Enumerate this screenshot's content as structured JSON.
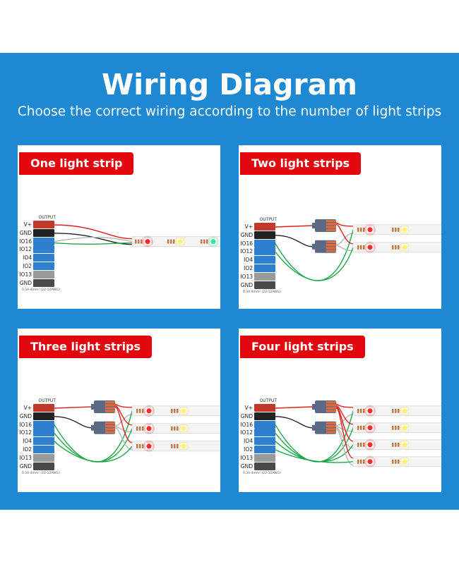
{
  "header": {
    "title": "Wiring Diagram",
    "subtitle": "Choose the correct wiring according to the number of light strips"
  },
  "controller": {
    "output_label": "OUTPUT",
    "pins": [
      "V+",
      "GND",
      "IO16",
      "IO12",
      "IO4",
      "IO2",
      "IO13",
      "GND"
    ],
    "wire_spec": "0.34-4mm² (22-12AWG)"
  },
  "panels": [
    {
      "label": "One light strip",
      "strips": 1
    },
    {
      "label": "Two light strips",
      "strips": 2
    },
    {
      "label": "Three light strips",
      "strips": 3
    },
    {
      "label": "Four light strips",
      "strips": 4
    }
  ],
  "colors": {
    "banner": "#1e88d2",
    "tag": "#e4060f",
    "wire_red": "#e0201c",
    "wire_black": "#222222",
    "wire_green": "#1fa84a",
    "wire_gray": "#b5b5b5",
    "terminal_red": "#c0392b",
    "terminal_blue": "#2f7fd0",
    "terminal_gray": "#9a9a9a",
    "connector": "#5a6a86"
  }
}
